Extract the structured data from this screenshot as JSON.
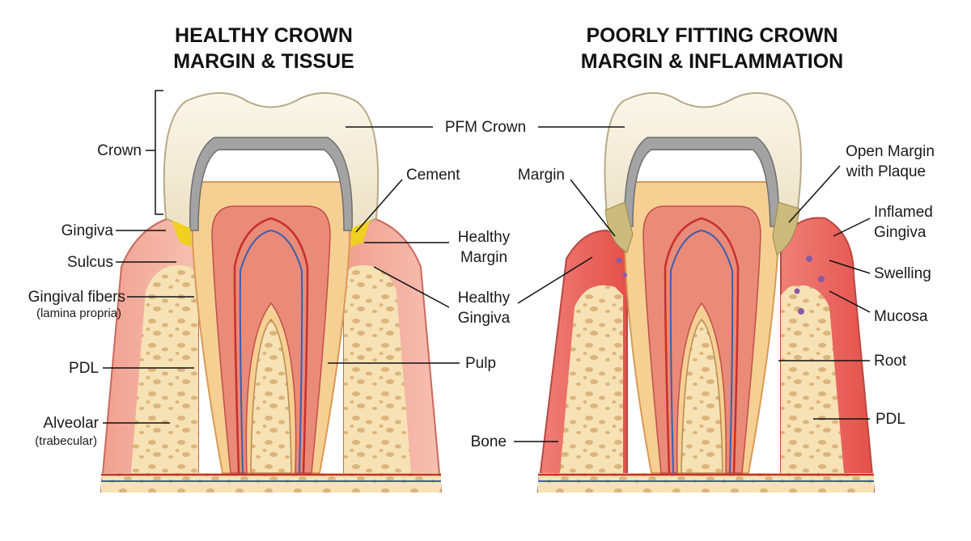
{
  "left_panel": {
    "title_line1": "HEALTHY CROWN",
    "title_line2": "MARGIN & TISSUE",
    "labels": {
      "crown": "Crown",
      "gingiva": "Gingiva",
      "sulcus": "Sulcus",
      "gingival_fibers": "Gingival fibers",
      "gingival_fibers_sub": "(lamina propria)",
      "pdl": "PDL",
      "alveolar": "Alveolar",
      "alveolar_sub": "(trabecular)"
    }
  },
  "center_labels": {
    "pfm_crown": "PFM Crown",
    "cement": "Cement",
    "healthy_margin_1": "Healthy",
    "healthy_margin_2": "Margin",
    "healthy_gingiva_1": "Healthy",
    "healthy_gingiva_2": "Gingiva",
    "pulp": "Pulp",
    "margin": "Margin",
    "bone": "Bone"
  },
  "right_panel": {
    "title_line1": "POORLY FITTING CROWN",
    "title_line2": "MARGIN & INFLAMMATION",
    "labels": {
      "open_margin_1": "Open Margin",
      "open_margin_2": "with Plaque",
      "inflamed_1": "Inflamed",
      "inflamed_2": "Gingiva",
      "swelling": "Swelling",
      "mucosa": "Mucosa",
      "root": "Root",
      "pdl": "PDL"
    }
  },
  "colors": {
    "enamel": "#f3ecd6",
    "metal": "#9a9a9a",
    "dentin": "#f6cf93",
    "pulp": "#e98070",
    "bone": "#f5dfae",
    "bone_spots": "#d9b27a",
    "gingiva": "#f3a89a",
    "gingiva_inflamed": "#e85a55",
    "cement": "#f0d020",
    "artery": "#c8302a",
    "vein": "#3a5fae",
    "plaque": "#c9b878"
  }
}
